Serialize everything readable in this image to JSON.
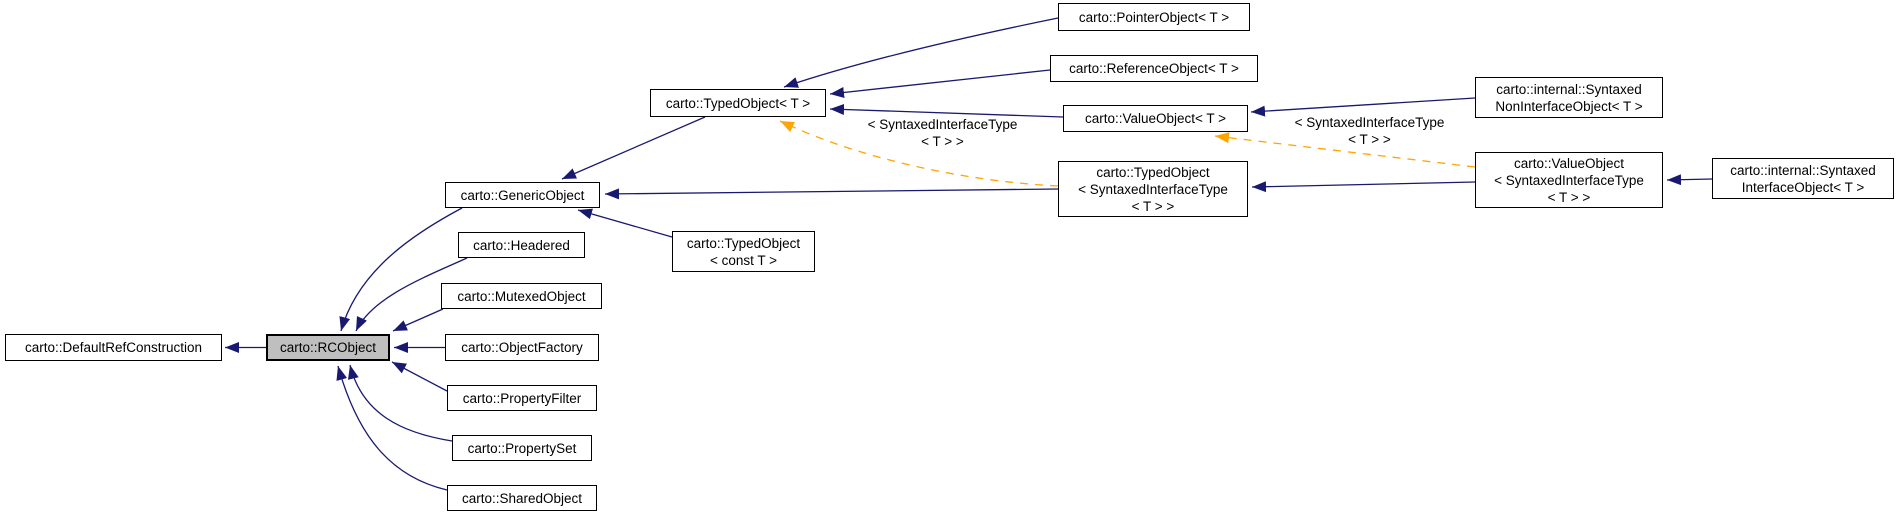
{
  "diagram": {
    "type": "doxygen-inheritance-graph",
    "colors": {
      "inheritance_edge": "#191970",
      "template_instantiation_edge": "#ffa500",
      "node_fill": "#ffffff",
      "highlighted_node_fill": "#bfbfbf",
      "node_border": "#000000",
      "background": "#ffffff"
    },
    "nodes": [
      {
        "id": "default-ref-construction",
        "label": "carto::DefaultRefConstruction"
      },
      {
        "id": "rcobject",
        "label": "carto::RCObject",
        "highlighted": true
      },
      {
        "id": "generic-object",
        "label": "carto::GenericObject"
      },
      {
        "id": "headered",
        "label": "carto::Headered"
      },
      {
        "id": "mutexed-object",
        "label": "carto::MutexedObject"
      },
      {
        "id": "object-factory",
        "label": "carto::ObjectFactory"
      },
      {
        "id": "property-filter",
        "label": "carto::PropertyFilter"
      },
      {
        "id": "property-set",
        "label": "carto::PropertySet"
      },
      {
        "id": "shared-object",
        "label": "carto::SharedObject"
      },
      {
        "id": "typed-object-t",
        "label": "carto::TypedObject< T >"
      },
      {
        "id": "typed-object-const-t",
        "label": "carto::TypedObject\n< const T >"
      },
      {
        "id": "pointer-object-t",
        "label": "carto::PointerObject< T >"
      },
      {
        "id": "reference-object-t",
        "label": "carto::ReferenceObject< T >"
      },
      {
        "id": "value-object-t",
        "label": "carto::ValueObject< T >"
      },
      {
        "id": "typed-object-syntaxed",
        "label": "carto::TypedObject\n< SyntaxedInterfaceType\n< T > >"
      },
      {
        "id": "syntaxed-noninterface-object",
        "label": "carto::internal::Syntaxed\nNonInterfaceObject< T >"
      },
      {
        "id": "value-object-syntaxed",
        "label": "carto::ValueObject\n< SyntaxedInterfaceType\n< T > >"
      },
      {
        "id": "syntaxed-interface-object",
        "label": "carto::internal::Syntaxed\nInterfaceObject< T >"
      }
    ],
    "edge_labels": [
      {
        "id": "typed-object-template-args",
        "text": "< SyntaxedInterfaceType\n< T > >"
      },
      {
        "id": "value-object-template-args",
        "text": "< SyntaxedInterfaceType\n< T > >"
      }
    ]
  }
}
